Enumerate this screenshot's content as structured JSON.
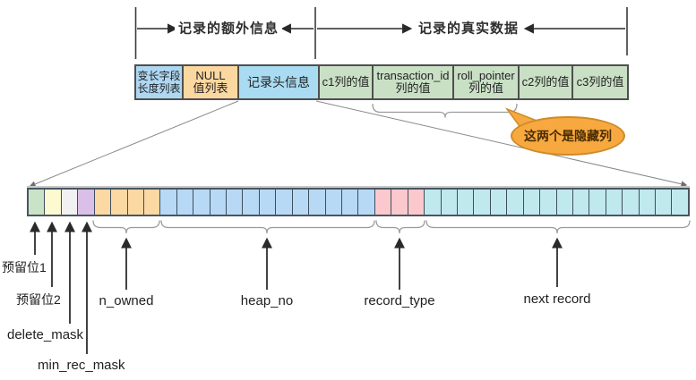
{
  "header": {
    "extra_info_label": "记录的额外信息",
    "real_data_label": "记录的真实数据"
  },
  "record_boxes": [
    {
      "line1": "变长字段",
      "line2": "长度列表",
      "color": "#aed7f2"
    },
    {
      "line1": "NULL",
      "line2": "值列表",
      "color": "#fcd8a1"
    },
    {
      "line1": "记录头信息",
      "line2": "",
      "color": "#a9dcf2"
    },
    {
      "line1": "c1列的值",
      "line2": "",
      "color": "#c9e0c5"
    },
    {
      "line1": "transaction_id",
      "line2": "列的值",
      "color": "#c9e0c5"
    },
    {
      "line1": "roll_pointer",
      "line2": "列的值",
      "color": "#c9e0c5"
    },
    {
      "line1": "c2列的值",
      "line2": "",
      "color": "#c9e0c5"
    },
    {
      "line1": "c3列的值",
      "line2": "",
      "color": "#c9e0c5"
    }
  ],
  "callout": {
    "text": "这两个是隐藏列",
    "fill": "#f7a940",
    "border": "#cf8a28"
  },
  "bit_groups": [
    {
      "name": "预留位1",
      "bits": 1,
      "color": "#c9e3c6"
    },
    {
      "name": "预留位2",
      "bits": 1,
      "color": "#fdf9d0"
    },
    {
      "name": "delete_mask",
      "bits": 1,
      "color": "#f1f1f1"
    },
    {
      "name": "min_rec_mask",
      "bits": 1,
      "color": "#dabfe9"
    },
    {
      "name": "n_owned",
      "bits": 4,
      "color": "#fcd8a2"
    },
    {
      "name": "heap_no",
      "bits": 13,
      "color": "#b7d9f6"
    },
    {
      "name": "record_type",
      "bits": 3,
      "color": "#fbc9cd"
    },
    {
      "name": "next record",
      "bits": 16,
      "color": "#c0e9ee"
    }
  ]
}
